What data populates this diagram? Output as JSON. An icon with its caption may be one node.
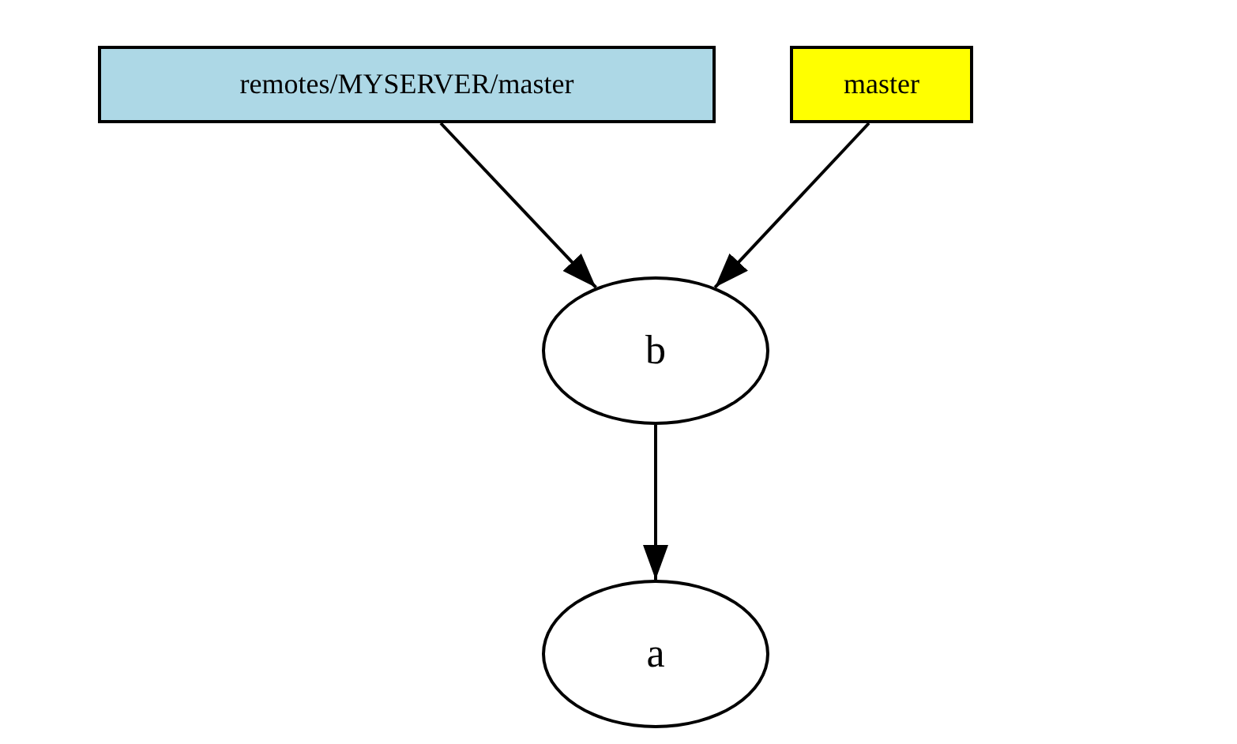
{
  "diagram": {
    "nodes": [
      {
        "text": [
          "remotes/MYSERVER/master"
        ]
      },
      {
        "text": [
          "master"
        ]
      },
      {
        "text": [
          "b"
        ]
      },
      {
        "text": [
          "a"
        ]
      }
    ],
    "edges": [
      {
        "from": 0,
        "to": 2,
        "arrow": "to"
      },
      {
        "from": 1,
        "to": 2,
        "arrow": "to"
      },
      {
        "from": 2,
        "to": 3,
        "arrow": "to"
      }
    ]
  }
}
